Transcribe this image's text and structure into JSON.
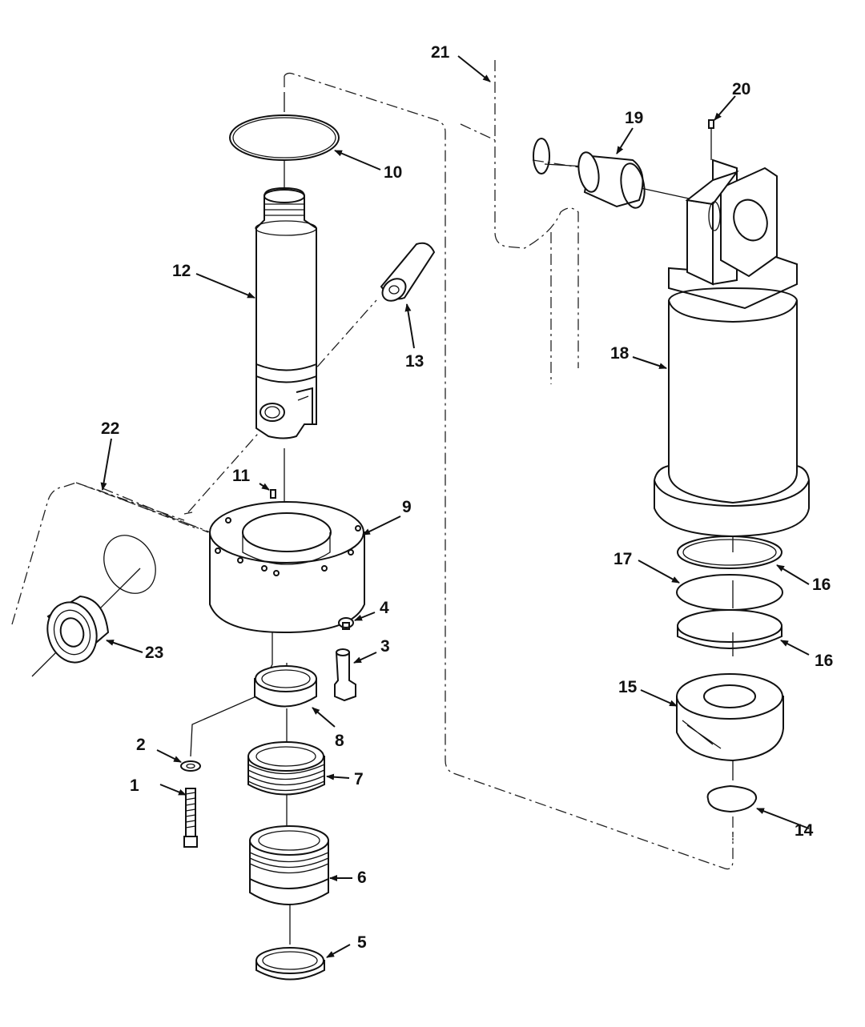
{
  "callouts": {
    "c1": "1",
    "c2": "2",
    "c3": "3",
    "c4": "4",
    "c5": "5",
    "c6": "6",
    "c7": "7",
    "c8": "8",
    "c9": "9",
    "c10": "10",
    "c11": "11",
    "c12": "12",
    "c13": "13",
    "c14": "14",
    "c15": "15",
    "c16a": "16",
    "c16b": "16",
    "c17": "17",
    "c18": "18",
    "c19": "19",
    "c20": "20",
    "c21": "21",
    "c22": "22",
    "c23": "23"
  }
}
